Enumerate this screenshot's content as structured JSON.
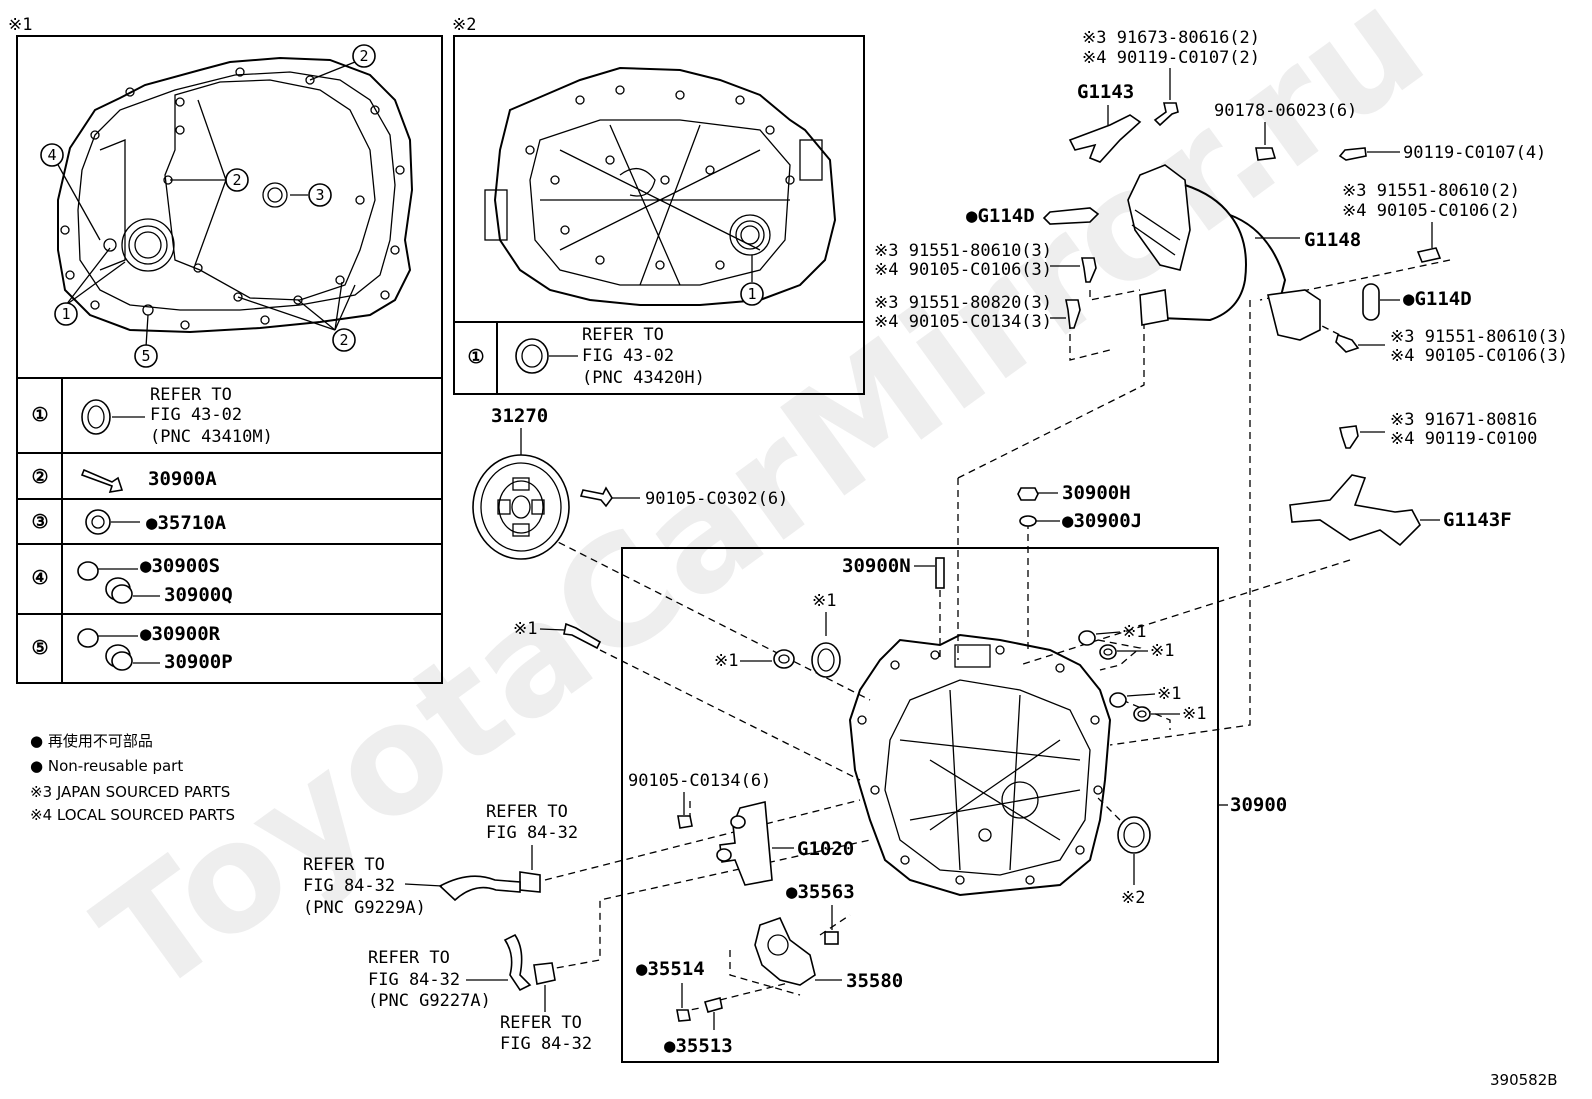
{
  "panel1": {
    "marker": "※1",
    "callouts": [
      "1",
      "2",
      "3",
      "4",
      "5"
    ],
    "legend": [
      {
        "num": "①",
        "text": [
          "REFER TO",
          "FIG 43-02",
          "(PNC 43410M)"
        ]
      },
      {
        "num": "②",
        "text": [
          "30900A"
        ]
      },
      {
        "num": "③",
        "text": [
          "●35710A"
        ]
      },
      {
        "num": "④",
        "text": [
          "●30900S",
          "30900Q"
        ]
      },
      {
        "num": "⑤",
        "text": [
          "●30900R",
          "30900P"
        ]
      }
    ]
  },
  "panel2": {
    "marker": "※2",
    "callout": "1",
    "legend": {
      "num": "①",
      "text": [
        "REFER TO",
        "FIG 43-02",
        "(PNC 43420H)"
      ]
    }
  },
  "notes": {
    "line1": "● 再使用不可部品",
    "line2": "● Non-reusable part",
    "line3": "※3 JAPAN SOURCED PARTS",
    "line4": "※4 LOCAL SOURCED PARTS"
  },
  "labels": {
    "g1143_bolt_a": "※3 91673-80616(2)",
    "g1143_bolt_b": "※4 90119-C0107(2)",
    "g1143": "G1143",
    "n90178": "90178-06023(6)",
    "n90119_4": "90119-C0107(4)",
    "r1a": "※3 91551-80610(2)",
    "r1b": "※4 90105-C0106(2)",
    "g114d_left": "●G114D",
    "g1148": "G1148",
    "l1a": "※3 91551-80610(3)",
    "l1b": "※4 90105-C0106(3)",
    "l2a": "※3 91551-80820(3)",
    "l2b": "※4 90105-C0134(3)",
    "g114d_right": "●G114D",
    "r2a": "※3 91551-80610(3)",
    "r2b": "※4 90105-C0106(3)",
    "r3a": "※3 91671-80816",
    "r3b": "※4 90119-C0100",
    "g1143f": "G1143F",
    "n31270": "31270",
    "n90105_c0302": "90105-C0302(6)",
    "n30900h": "30900H",
    "n30900j": "●30900J",
    "n30900n": "30900N",
    "m1_a": "※1",
    "m1_b": "※1",
    "m1_c": "※1",
    "m1_d": "※1",
    "m1_e": "※1",
    "m1_f": "※1",
    "m1_g": "※1",
    "m2": "※2",
    "n30900": "30900",
    "n90105_c0134": "90105-C0134(6)",
    "g1020": "G1020",
    "n35563": "●35563",
    "n35514": "●35514",
    "n35580": "35580",
    "n35513": "●35513",
    "ref1": [
      "REFER TO",
      "FIG 84-32"
    ],
    "ref2": [
      "REFER TO",
      "FIG 84-32",
      "(PNC G9229A)"
    ],
    "ref3": [
      "REFER TO",
      "FIG 84-32",
      "(PNC G9227A)"
    ],
    "ref4": [
      "REFER TO",
      "FIG 84-32"
    ]
  },
  "watermark": "ToyotaCarMirror.ru",
  "figure_id": "390582B"
}
